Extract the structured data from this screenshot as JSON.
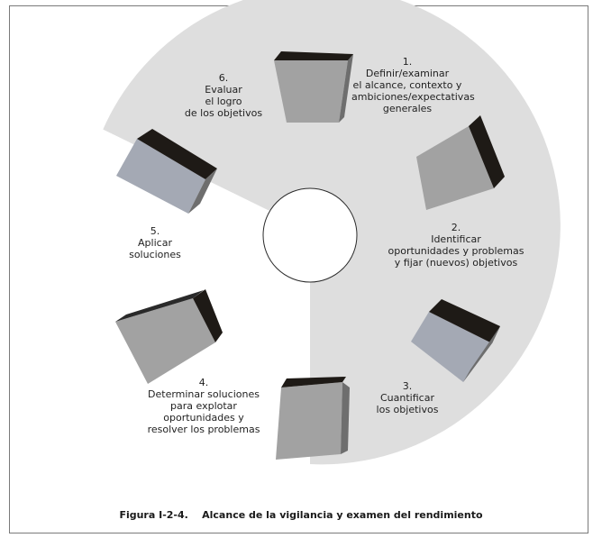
{
  "colors": {
    "ring": "#dedede",
    "block_front": "#a2a2a2",
    "block_front_blue": "#a4a9b4",
    "block_top": "#1e1a16",
    "block_side": "#6e6e6e"
  },
  "steps": [
    {
      "number": "1.",
      "text": "Definir/examinar\nel alcance, contexto y\nambiciones/expectativas\ngenerales"
    },
    {
      "number": "2.",
      "text": "Identificar\noportunidades y problemas\ny fijar (nuevos) objetivos"
    },
    {
      "number": "3.",
      "text": "Cuantificar\nlos objetivos"
    },
    {
      "number": "4.",
      "text": "Determinar soluciones\npara explotar\noportunidades y\nresolver los problemas"
    },
    {
      "number": "5.",
      "text": "Aplicar\nsoluciones"
    },
    {
      "number": "6.",
      "text": "Evaluar\nel logro\nde los objetivos"
    }
  ],
  "caption": "Figura I-2-4.    Alcance de la vigilancia y examen del rendimiento"
}
